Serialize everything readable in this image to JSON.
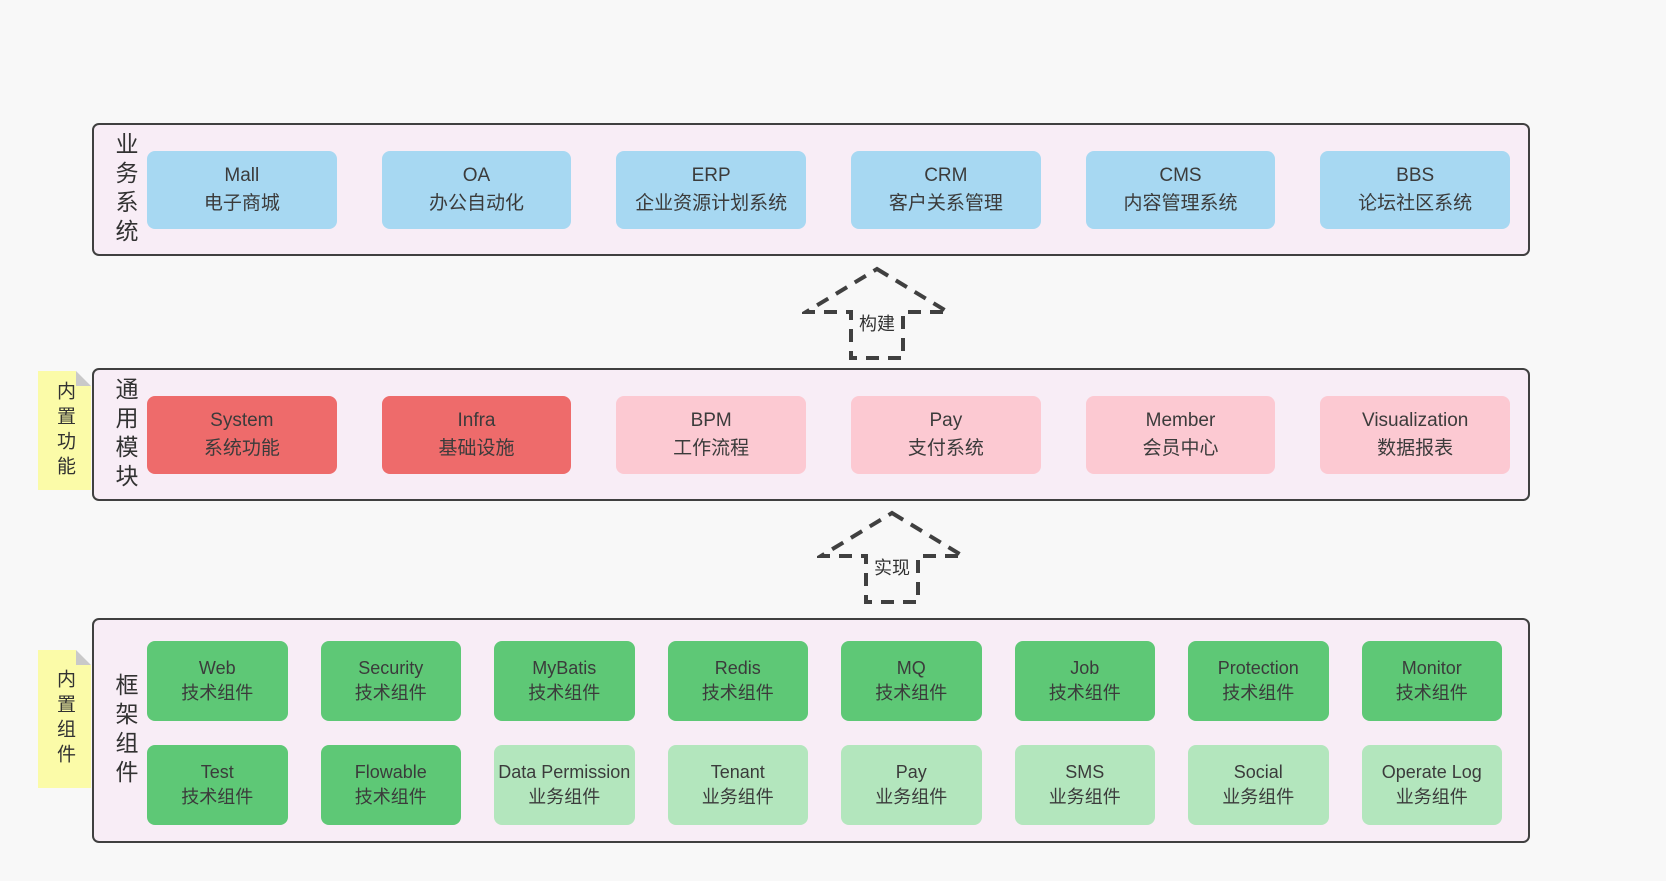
{
  "colors": {
    "page_bg": "#f8f8f8",
    "band_bg": "#f8edf6",
    "border": "#404040",
    "blue": "#a7d8f2",
    "red": "#ee6b6b",
    "pink": "#fcc9d2",
    "green": "#5ec876",
    "light_green": "#b3e6bd",
    "yellow": "#fbfba8",
    "fold_gray": "#c9c9c9"
  },
  "arrows": [
    {
      "label": "构建"
    },
    {
      "label": "实现"
    }
  ],
  "bands": [
    {
      "label": "业务系统",
      "boxes": [
        {
          "title": "Mall",
          "subtitle": "电子商城"
        },
        {
          "title": "OA",
          "subtitle": "办公自动化"
        },
        {
          "title": "ERP",
          "subtitle": "企业资源计划系统"
        },
        {
          "title": "CRM",
          "subtitle": "客户关系管理"
        },
        {
          "title": "CMS",
          "subtitle": "内容管理系统"
        },
        {
          "title": "BBS",
          "subtitle": "论坛社区系统"
        }
      ]
    },
    {
      "label": "通用模块",
      "note": "内置功能",
      "boxes": [
        {
          "title": "System",
          "subtitle": "系统功能"
        },
        {
          "title": "Infra",
          "subtitle": "基础设施"
        },
        {
          "title": "BPM",
          "subtitle": "工作流程"
        },
        {
          "title": "Pay",
          "subtitle": "支付系统"
        },
        {
          "title": "Member",
          "subtitle": "会员中心"
        },
        {
          "title": "Visualization",
          "subtitle": "数据报表"
        }
      ]
    },
    {
      "label": "框架组件",
      "note": "内置组件",
      "rows": [
        [
          {
            "title": "Web",
            "subtitle": "技术组件"
          },
          {
            "title": "Security",
            "subtitle": "技术组件"
          },
          {
            "title": "MyBatis",
            "subtitle": "技术组件"
          },
          {
            "title": "Redis",
            "subtitle": "技术组件"
          },
          {
            "title": "MQ",
            "subtitle": "技术组件"
          },
          {
            "title": "Job",
            "subtitle": "技术组件"
          },
          {
            "title": "Protection",
            "subtitle": "技术组件"
          },
          {
            "title": "Monitor",
            "subtitle": "技术组件"
          }
        ],
        [
          {
            "title": "Test",
            "subtitle": "技术组件"
          },
          {
            "title": "Flowable",
            "subtitle": "技术组件"
          },
          {
            "title": "Data Permission",
            "subtitle": "业务组件"
          },
          {
            "title": "Tenant",
            "subtitle": "业务组件"
          },
          {
            "title": "Pay",
            "subtitle": "业务组件"
          },
          {
            "title": "SMS",
            "subtitle": "业务组件"
          },
          {
            "title": "Social",
            "subtitle": "业务组件"
          },
          {
            "title": "Operate Log",
            "subtitle": "业务组件"
          }
        ]
      ]
    }
  ]
}
